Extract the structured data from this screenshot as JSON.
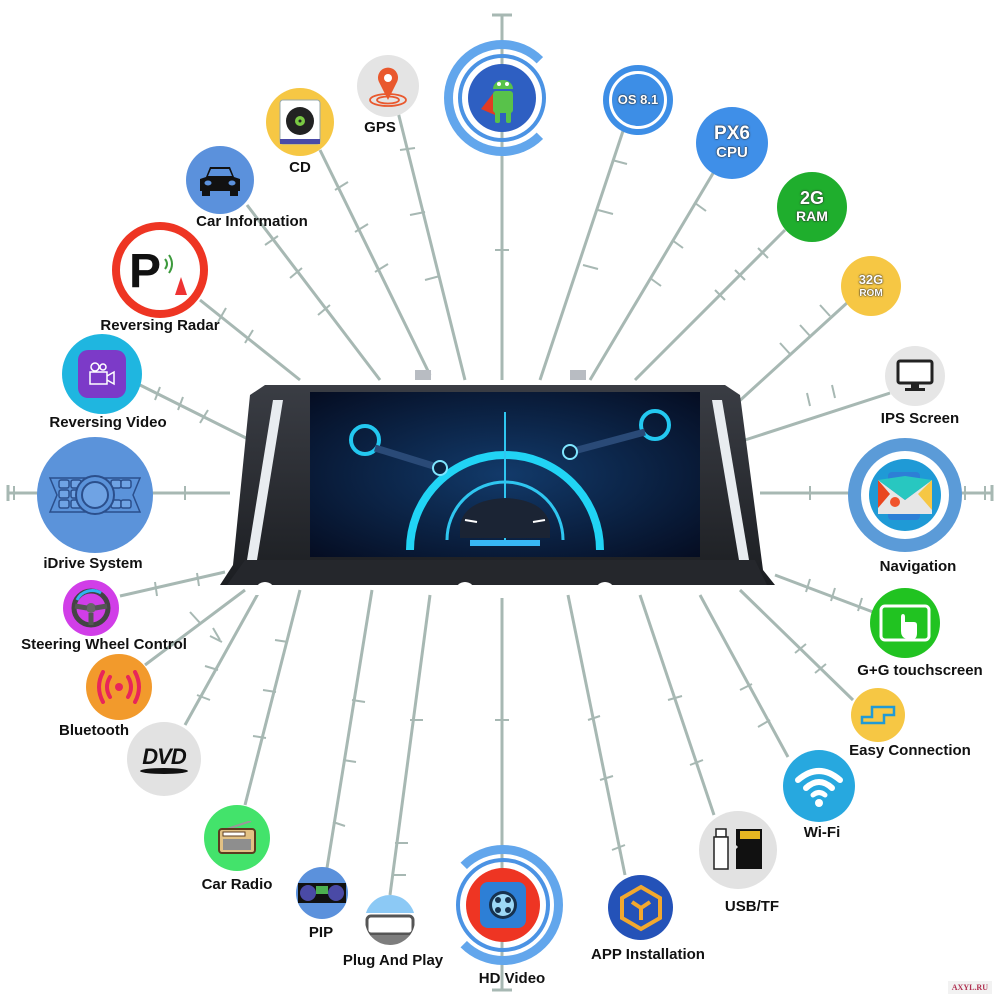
{
  "title": "Car head unit feature infographic",
  "center": {
    "name": "Head unit display",
    "screen_scene": "neon tunnel with robotic arms and car"
  },
  "features": [
    {
      "id": "android",
      "label": "",
      "icon": "android-icon"
    },
    {
      "id": "os",
      "label": "",
      "badge": "OS 8.1",
      "icon": "os-badge"
    },
    {
      "id": "cpu",
      "label": "",
      "badge_line1": "PX6",
      "badge_line2": "CPU",
      "icon": "cpu-badge"
    },
    {
      "id": "ram",
      "label": "",
      "badge_line1": "2G",
      "badge_line2": "RAM",
      "icon": "ram-badge"
    },
    {
      "id": "rom",
      "label": "",
      "badge_line1": "32G",
      "badge_line2": "ROM",
      "icon": "rom-badge"
    },
    {
      "id": "ips",
      "label": "IPS Screen",
      "icon": "monitor-icon"
    },
    {
      "id": "navigation",
      "label": "Navigation",
      "icon": "map-icon"
    },
    {
      "id": "touchscreen",
      "label": "G+G touchscreen",
      "icon": "touch-icon"
    },
    {
      "id": "easy_connection",
      "label": "Easy Connection",
      "icon": "connection-icon"
    },
    {
      "id": "wifi",
      "label": "Wi-Fi",
      "icon": "wifi-icon"
    },
    {
      "id": "usb_tf",
      "label": "USB/TF",
      "icon": "usb-sd-icon"
    },
    {
      "id": "app_installation",
      "label": "APP Installation",
      "icon": "hexagon-icon"
    },
    {
      "id": "hd_video",
      "label": "HD Video",
      "icon": "film-reel-icon"
    },
    {
      "id": "plug_and_play",
      "label": "Plug And Play",
      "icon": "plug-icon"
    },
    {
      "id": "pip",
      "label": "PIP",
      "icon": "pip-icon"
    },
    {
      "id": "car_radio",
      "label": "Car Radio",
      "icon": "radio-icon"
    },
    {
      "id": "dvd",
      "label": "",
      "badge": "DVD",
      "icon": "dvd-icon"
    },
    {
      "id": "bluetooth",
      "label": "Bluetooth",
      "icon": "bluetooth-icon"
    },
    {
      "id": "steering",
      "label": "Steering Wheel Control",
      "icon": "steering-wheel-icon"
    },
    {
      "id": "idrive",
      "label": "iDrive System",
      "icon": "idrive-icon"
    },
    {
      "id": "reversing_video",
      "label": "Reversing Video",
      "icon": "camera-icon"
    },
    {
      "id": "reversing_radar",
      "label": "Reversing Radar",
      "icon": "parking-icon"
    },
    {
      "id": "car_info",
      "label": "Car Information",
      "icon": "car-icon"
    },
    {
      "id": "cd",
      "label": "CD",
      "icon": "cd-icon"
    },
    {
      "id": "gps",
      "label": "GPS",
      "icon": "gps-pin-icon"
    }
  ],
  "watermark": "AXYL.RU",
  "colors": {
    "line": "#a7b8b3",
    "blue": "#3f8fe0",
    "green": "#1fae2d",
    "yellow": "#f6c744",
    "red": "#ee3523"
  }
}
